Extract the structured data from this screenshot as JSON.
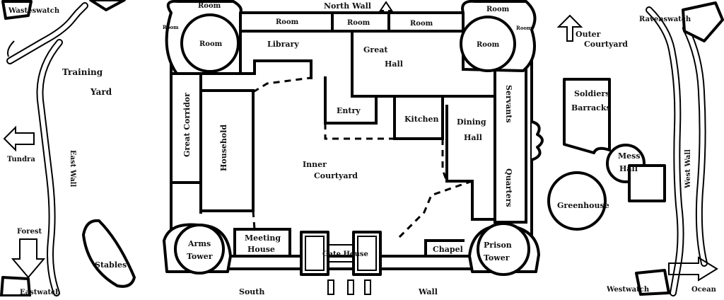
{
  "labels": {
    "north_wall": "North Wall",
    "south": "South",
    "wall": "Wall",
    "east_wall": "East Wall",
    "west_wall": "West Wall",
    "wasteswatch": "Wasteswatch",
    "ravenswatch": "Ravenswatch",
    "eastwatch": "Eastwatch",
    "westwatch": "Westwatch",
    "training": "Training",
    "yard": "Yard",
    "tundra": "Tundra",
    "forest": "Forest",
    "stables": "Stables",
    "ocean": "Ocean",
    "outer": "Outer",
    "courtyard_outer": "Courtyard",
    "room": "Room",
    "library": "Library",
    "great": "Great",
    "hall": "Hall",
    "entry": "Entry",
    "kitchen": "Kitchen",
    "dining": "Dining",
    "servants": "Servants",
    "quarters": "Quarters",
    "great_corridor": "Great Corridor",
    "household": "Household",
    "inner": "Inner",
    "courtyard_inner": "Courtyard",
    "arms": "Arms",
    "tower": "Tower",
    "meeting": "Meeting",
    "house": "House",
    "gate_house": "Gate House",
    "chapel": "Chapel",
    "prison": "Prison",
    "soldiers": "Soldiers",
    "barracks": "Barracks",
    "mess": "Mess",
    "greenhouse": "Greenhouse"
  },
  "icons": {
    "compass": "north-arrow-icon",
    "tundra_arrow": "arrow-left-icon",
    "forest_arrow": "arrow-down-icon",
    "outer_courtyard_arrow": "arrow-up-icon",
    "ocean_arrow": "arrow-right-icon"
  },
  "colors": {
    "ink": "#000000",
    "paper": "#ffffff"
  }
}
